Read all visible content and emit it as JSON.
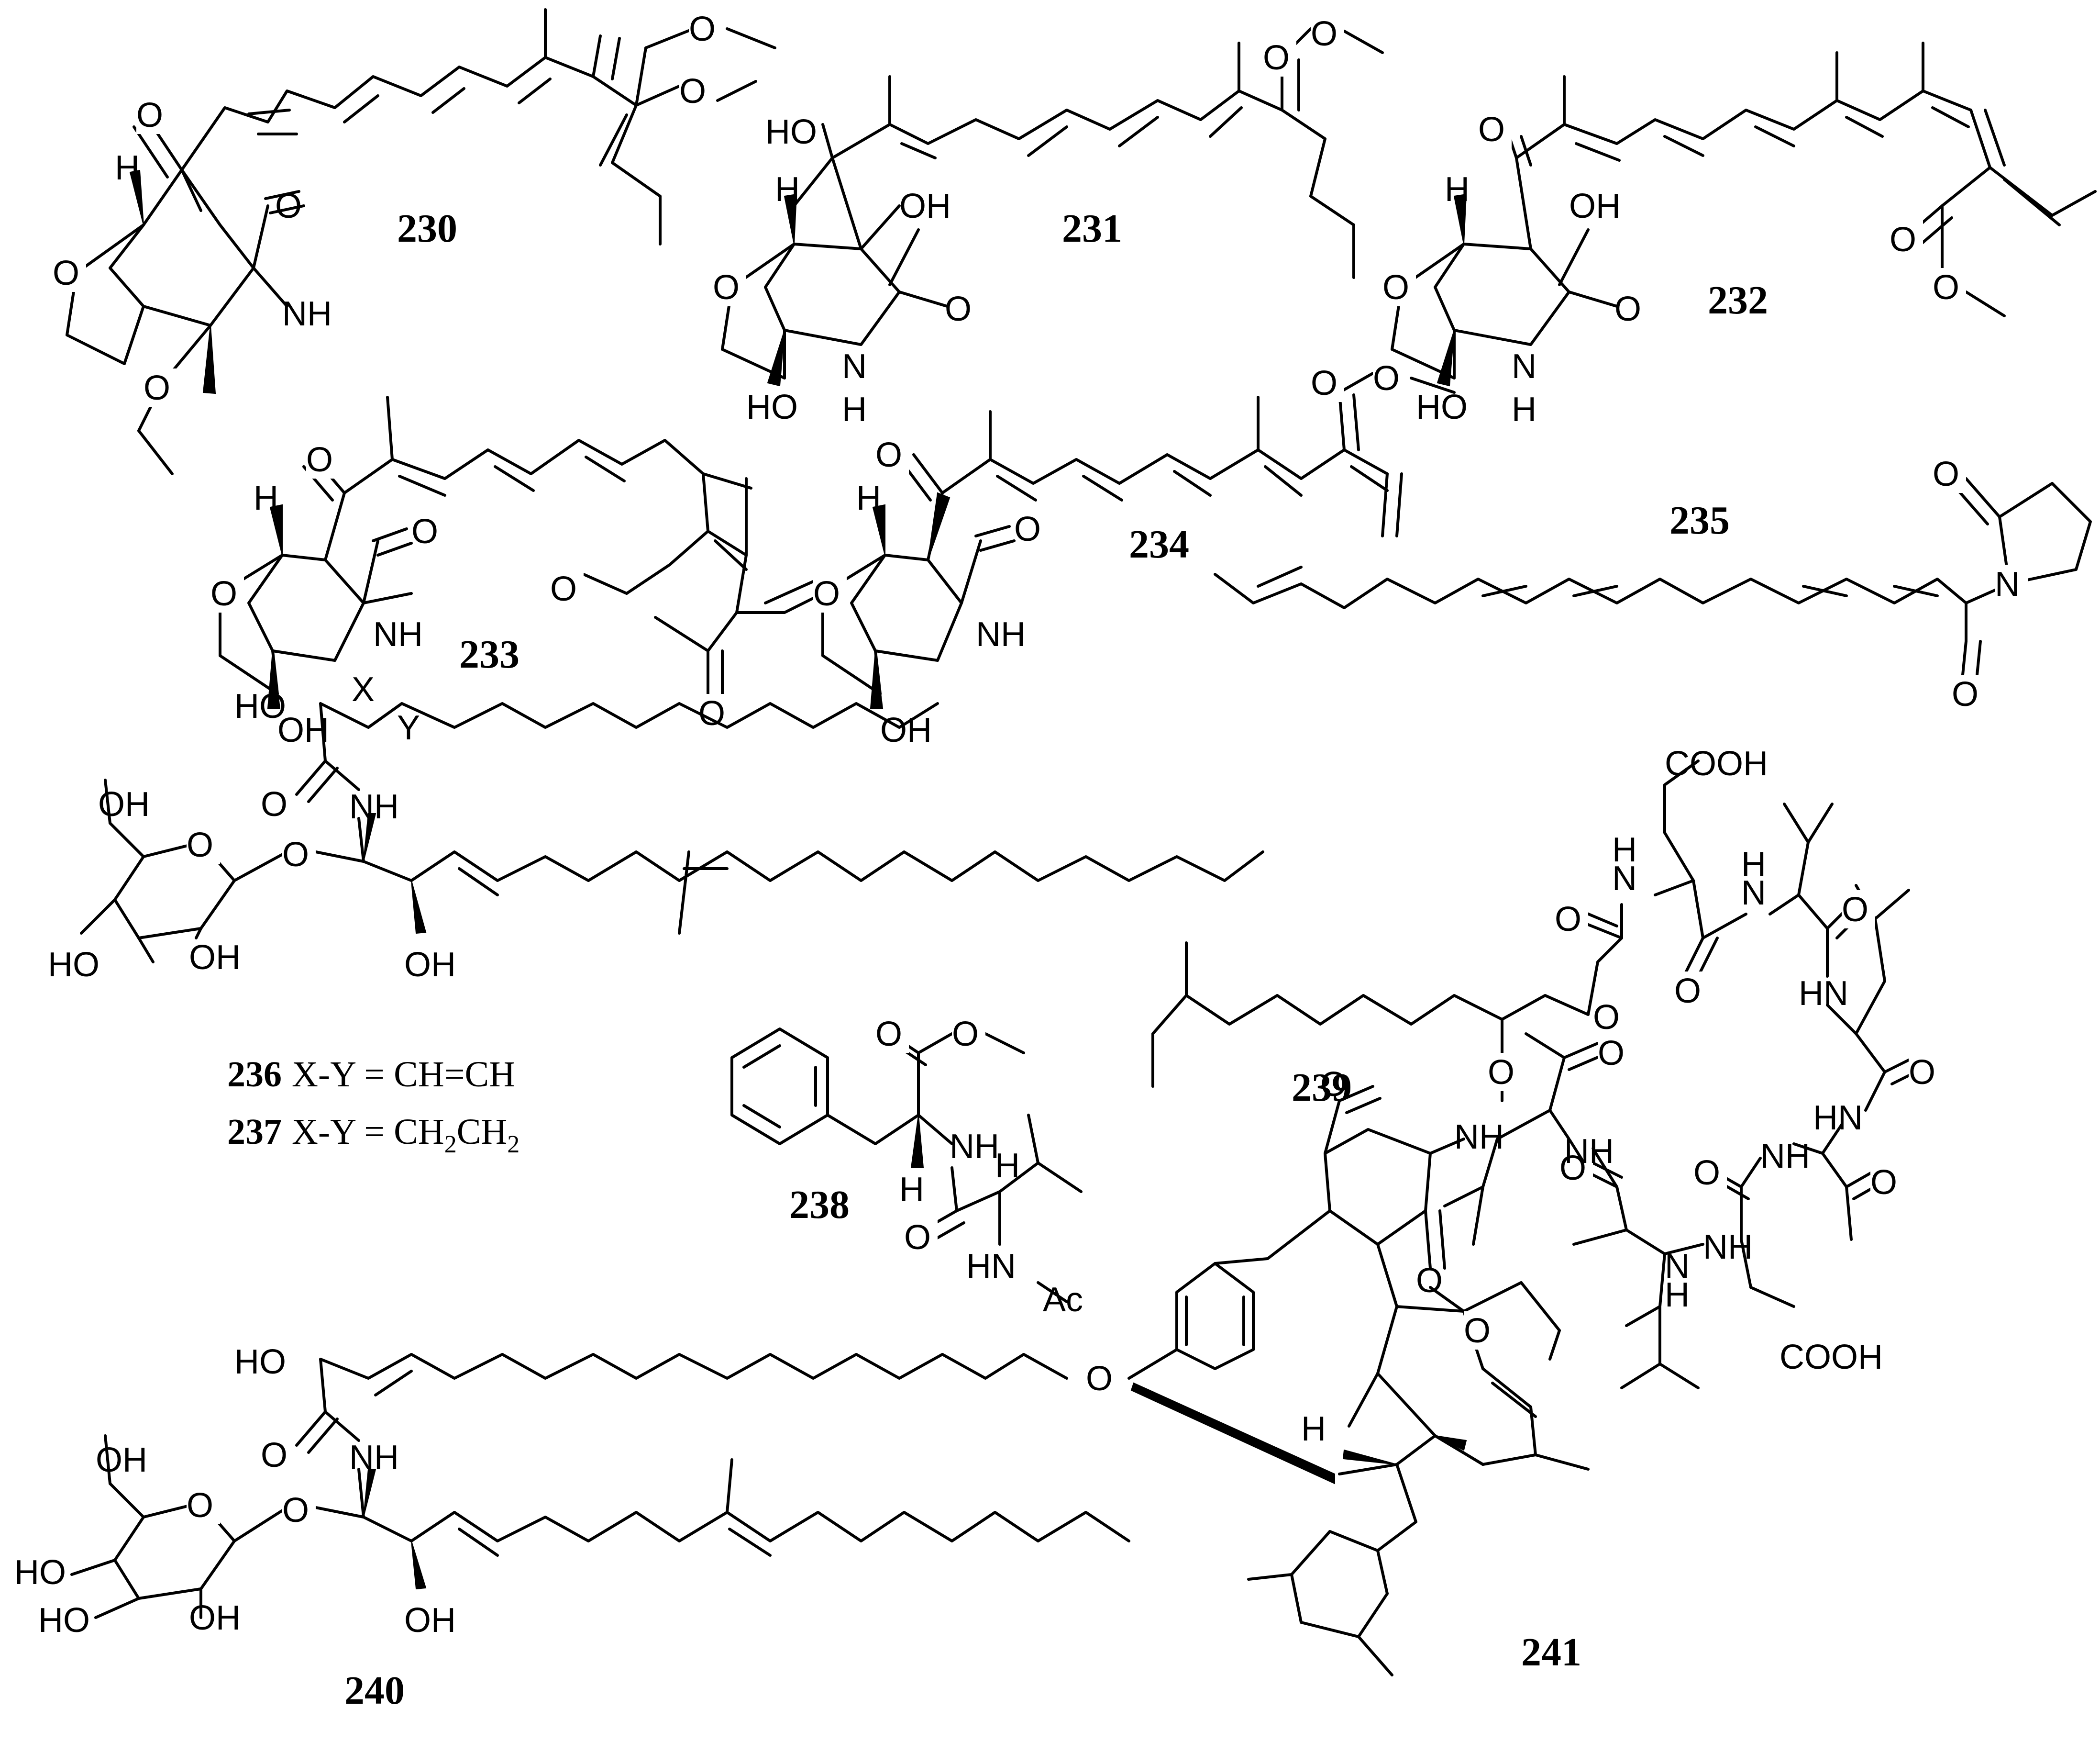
{
  "compounds": {
    "c230": {
      "number": "230",
      "labels": {
        "o_ketone": "O",
        "o_ester_top": "O",
        "o_ester": "O",
        "h": "H",
        "o_lactam": "O",
        "o_ring": "O",
        "nh": "NH",
        "o_methoxy": "O"
      }
    },
    "c231": {
      "number": "231",
      "labels": {
        "ho_top": "HO",
        "o_ester_top": "O",
        "o_ester": "O",
        "h": "H",
        "oh": "OH",
        "o_ring": "O",
        "o_lactam": "O",
        "ho_bottom": "HO",
        "nh": "N",
        "h_n": "H"
      }
    },
    "c232": {
      "number": "232",
      "labels": {
        "o_ketone": "O",
        "h": "H",
        "oh": "OH",
        "o_ring": "O",
        "o_lactam": "O",
        "ho_bottom": "HO",
        "nh": "N",
        "h_n": "H",
        "o_ester_top": "O",
        "o_ester": "O"
      }
    },
    "c233": {
      "number": "233",
      "labels": {
        "o_ketone": "O",
        "h": "H",
        "o_lactam": "O",
        "o_ring": "O",
        "nh": "NH",
        "oh": "OH",
        "o_ester": "O",
        "o_ester_bottom": "O"
      }
    },
    "c234": {
      "number": "234",
      "labels": {
        "o_ketone": "O",
        "o_ester_top": "O",
        "o_ester": "O",
        "h": "H",
        "o_lactam": "O",
        "o_ring": "O",
        "nh": "NH",
        "oh": "OH"
      }
    },
    "c235": {
      "number": "235",
      "labels": {
        "o_lactam": "O",
        "n": "N",
        "o_amide": "O"
      }
    },
    "c236_237": {
      "labels": {
        "ho": "HO",
        "x": "X",
        "y": "Y",
        "o_amide": "O",
        "nh": "NH",
        "oh_sugar": "OH",
        "o_sugar_ring": "O",
        "o_glyco": "O",
        "oh_chain": "OH",
        "ho_sugar": "HO",
        "oh_sugar2": "OH"
      },
      "legend": [
        {
          "number": "236",
          "text": "X-Y = CH=CH"
        },
        {
          "number": "237",
          "text_main": "X-Y = CH",
          "sub1": "2",
          "text_mid": "CH",
          "sub2": "2"
        }
      ]
    },
    "c238": {
      "number": "238",
      "labels": {
        "o_top": "O",
        "o_ester": "O",
        "nh": "NH",
        "h_alpha": "H",
        "h_alpha2": "H",
        "o_amide": "O",
        "hn_ac": "HN",
        "ac": "Ac"
      }
    },
    "c239": {
      "number": "239",
      "labels": {
        "cooh_top": "COOH",
        "cooh_bottom": "COOH",
        "o1": "O",
        "nh1": "N",
        "h1": "H",
        "o2": "O",
        "nh2": "N",
        "h2": "H",
        "o3": "O",
        "hn3": "HN",
        "o4": "O",
        "hn4": "HN",
        "o5": "O",
        "nh5": "NH",
        "o6": "O",
        "nh6": "NH",
        "o7": "O",
        "nh7": "N",
        "h7": "H",
        "o8": "O",
        "nh8": "NH",
        "o_lactone": "O",
        "o_lactone2": "O"
      }
    },
    "c240": {
      "number": "240",
      "labels": {
        "ho": "HO",
        "o_amide": "O",
        "nh": "NH",
        "oh_sugar": "OH",
        "o_sugar_ring": "O",
        "o_glyco": "O",
        "ho_sugar1": "HO",
        "ho_sugar2": "HO",
        "oh_sugar2": "OH",
        "oh_chain": "OH"
      }
    },
    "c241": {
      "number": "241",
      "labels": {
        "o_imide_top": "O",
        "nh": "NH",
        "o_imide_bottom": "O",
        "o_phenol": "O",
        "h": "H",
        "o_ketone": "O"
      }
    }
  }
}
